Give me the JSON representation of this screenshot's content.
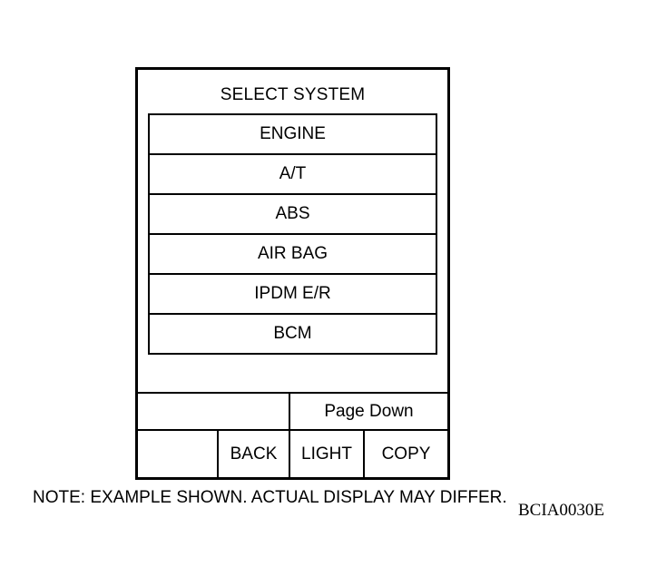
{
  "screen": {
    "title": "SELECT SYSTEM",
    "menu_items": [
      {
        "label": "ENGINE"
      },
      {
        "label": "A/T"
      },
      {
        "label": "ABS"
      },
      {
        "label": "AIR BAG"
      },
      {
        "label": "IPDM E/R"
      },
      {
        "label": "BCM"
      }
    ],
    "page_down_label": "Page Down",
    "buttons": {
      "back": "BACK",
      "light": "LIGHT",
      "copy": "COPY"
    }
  },
  "note": "NOTE: EXAMPLE SHOWN. ACTUAL DISPLAY MAY DIFFER.",
  "figure_code": "BCIA0030E"
}
